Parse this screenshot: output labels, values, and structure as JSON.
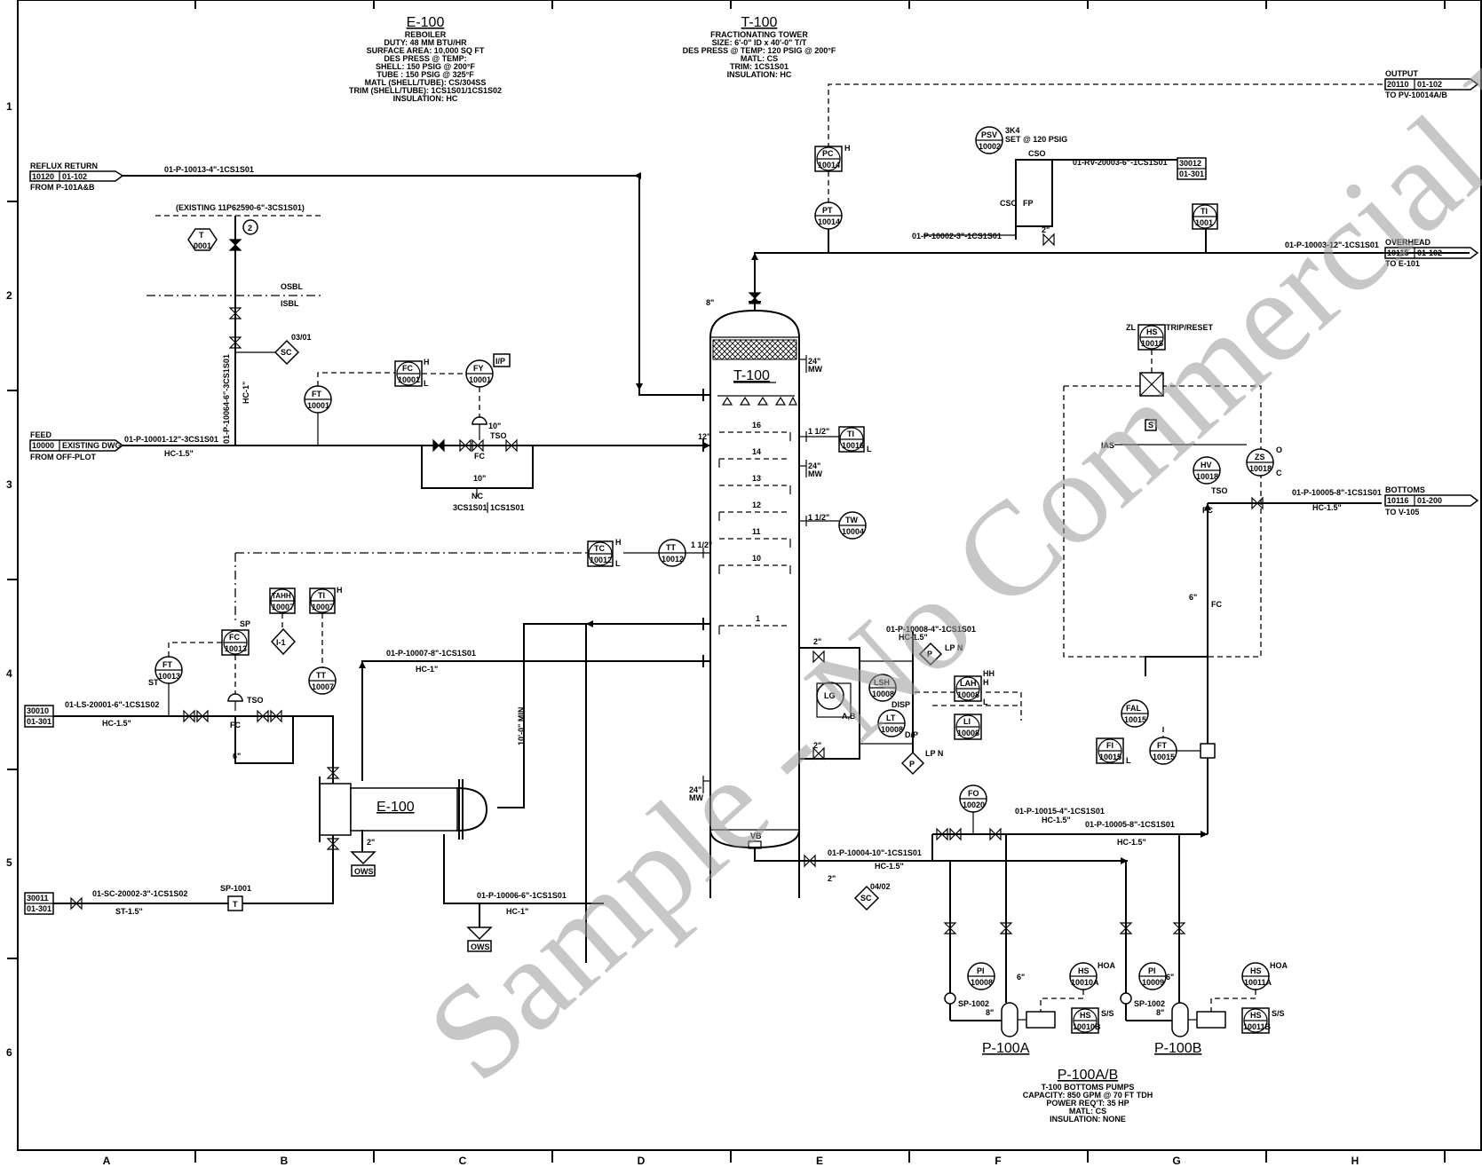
{
  "grid": {
    "columns": [
      "A",
      "B",
      "C",
      "D",
      "E",
      "F",
      "G",
      "H"
    ],
    "rows": [
      "1",
      "2",
      "3",
      "4",
      "5",
      "6"
    ]
  },
  "equipment_specs": {
    "e100": {
      "tag": "E-100",
      "lines": [
        "REBOILER",
        "DUTY: 48 MM BTU/HR",
        "SURFACE AREA: 10,000 SQ FT",
        "DES PRESS @ TEMP:",
        "SHELL: 150 PSIG @ 200°F",
        "TUBE : 150 PSIG @ 325°F",
        "MATL (SHELL/TUBE): CS/304SS",
        "TRIM (SHELL/TUBE): 1CS1S01/1CS1S02",
        "INSULATION: HC"
      ]
    },
    "t100": {
      "tag": "T-100",
      "lines": [
        "FRACTIONATING TOWER",
        "SIZE: 6'-0\" ID x 40'-0\" T/T",
        "DES PRESS @ TEMP: 120 PSIG @ 200°F",
        "MATL: CS",
        "TRIM: 1CS1S01",
        "INSULATION: HC"
      ]
    },
    "p100": {
      "tag": "P-100A/B",
      "lines": [
        "T-100 BOTTOMS PUMPS",
        "CAPACITY: 850 GPM @ 70 FT TDH",
        "POWER REQ'T: 35 HP",
        "MATL: CS",
        "INSULATION: NONE"
      ]
    }
  },
  "offpage": {
    "reflux": {
      "label": "REFLUX RETURN",
      "num": "10120",
      "sheet": "01-102",
      "note": "FROM P-101A&B"
    },
    "feed": {
      "label": "FEED",
      "num": "10000",
      "sheet": "EXISTING DWG",
      "note": "FROM OFF-PLOT"
    },
    "output": {
      "label": "OUTPUT",
      "num": "20110",
      "sheet": "01-102",
      "note": "TO PV-10014A/B"
    },
    "overhead": {
      "label": "OVERHEAD",
      "num": "10115",
      "sheet": "01-102",
      "note": "TO E-101"
    },
    "bottoms": {
      "label": "BOTTOMS",
      "num": "10116",
      "sheet": "01-200",
      "note": "TO V-105"
    },
    "steam": {
      "num": "30010",
      "sheet": "01-301"
    },
    "cond": {
      "num": "30011",
      "sheet": "01-301"
    },
    "rv": {
      "num": "30012",
      "sheet": "01-301"
    }
  },
  "lines": {
    "reflux": "01-P-10013-4\"-1CS1S01",
    "existing": "(EXISTING 11P62590-6\"-3CS1S01)",
    "vert": "01-P-10064-6\"-3CS1S01",
    "feed": "01-P-10001-12\"-3CS1S01",
    "hc15": "HC-1.5\"",
    "hc1": "HC-1\"",
    "st15": "ST-1.5\"",
    "steam": "01-LS-20001-6\"-1CS1S02",
    "cond": "01-SC-20002-3\"-1CS1S02",
    "p10007": "01-P-10007-8\"-1CS1S01",
    "p10006": "01-P-10006-6\"-1CS1S01",
    "p10004": "01-P-10004-10\"-1CS1S01",
    "p10008": "01-P-10008-4\"-1CS1S01",
    "p10015": "01-P-10015-4\"-1CS1S01",
    "p10005a": "01-P-10005-8\"-1CS1S01",
    "p10005b": "01-P-10005-8\"-1CS1S01",
    "p10003": "01-P-10003-12\"-1CS1S01",
    "p10002": "01-P-10002-3\"-1CS1S01",
    "rv": "01-RV-20003-6\"-1CS1S01",
    "spec_l": "3CS1S01",
    "spec_r": "1CS1S01",
    "min10": "10'-0\" MIN"
  },
  "instruments": {
    "t0001": {
      "a": "T",
      "b": "0001"
    },
    "sc0301": "SC",
    "sc0301note": "03/01",
    "ft10001": {
      "a": "FT",
      "b": "10001"
    },
    "fc10001": {
      "a": "FC",
      "b": "10001"
    },
    "fy10001": {
      "a": "FY",
      "b": "10001"
    },
    "ip": "I/P",
    "tc10012": {
      "a": "TC",
      "b": "10012"
    },
    "tt10012": {
      "a": "TT",
      "b": "10012"
    },
    "tahh10007": {
      "a": "TAHH",
      "b": "10007"
    },
    "ti10007": {
      "a": "TI",
      "b": "10007"
    },
    "i1": "I-1",
    "fc10013": {
      "a": "FC",
      "b": "10013"
    },
    "ft10013": {
      "a": "FT",
      "b": "10013"
    },
    "tt10007": {
      "a": "TT",
      "b": "10007"
    },
    "sp1001": "SP-1001",
    "ti10016": {
      "a": "TI",
      "b": "10016"
    },
    "tw10004": {
      "a": "TW",
      "b": "10004"
    },
    "pc10014": {
      "a": "PC",
      "b": "10014"
    },
    "pt10014": {
      "a": "PT",
      "b": "10014"
    },
    "psv10002": {
      "a": "PSV",
      "b": "10002"
    },
    "psvnote1": "3K4",
    "psvnote2": "SET @ 120 PSIG",
    "ti10017": {
      "a": "TI",
      "b": "1001"
    },
    "hs10018": {
      "a": "HS",
      "b": "10018"
    },
    "zs10018": {
      "a": "ZS",
      "b": "10018"
    },
    "hv10018": {
      "a": "HV",
      "b": "10018"
    },
    "lg": "LG",
    "lgab": "A,B",
    "lsh10008": {
      "a": "LSH",
      "b": "10008"
    },
    "lt10008": {
      "a": "LT",
      "b": "10008"
    },
    "lah10008": {
      "a": "LAH",
      "b": "10008"
    },
    "li10008": {
      "a": "LI",
      "b": "10008"
    },
    "fal10015": {
      "a": "FAL",
      "b": "10015"
    },
    "fi10015": {
      "a": "FI",
      "b": "10015"
    },
    "ft10015": {
      "a": "FT",
      "b": "10015"
    },
    "fo10020": {
      "a": "FO",
      "b": "10020"
    },
    "sc0402": "SC",
    "sc0402note": "04/02",
    "pi10009a": {
      "a": "PI",
      "b": "10008"
    },
    "pi10009b": {
      "a": "PI",
      "b": "10009"
    },
    "hs10010a": {
      "a": "HS",
      "b": "10010A"
    },
    "hs10010b": {
      "a": "HS",
      "b": "10010B"
    },
    "hs10011a": {
      "a": "HS",
      "b": "10011A"
    },
    "hs10011b": {
      "a": "HS",
      "b": "10011B"
    },
    "sp1002": "SP-1002"
  },
  "labels": {
    "e100": "E-100",
    "t100": "T-100",
    "p100a": "P-100A",
    "p100b": "P-100B",
    "ows": "OWS",
    "vb": "VB",
    "osbl": "OSBL",
    "isbl": "ISBL",
    "ias": "IAS",
    "trip": "TRIP/RESET",
    "zl": "ZL",
    "hoa": "HOA",
    "ss": "S/S",
    "tso": "TSO",
    "fc": "FC",
    "nc": "NC",
    "cso": "CSO",
    "fp": "FP",
    "lpn": "LP N",
    "hh": "HH",
    "h": "H",
    "l": "L",
    "o": "O",
    "c": "C",
    "st": "ST",
    "sp": "SP",
    "disp": "DISP",
    "dp": "D/P",
    "mw": "MW",
    "tray16": "16",
    "tray14": "14",
    "tray13": "13",
    "tray12": "12",
    "tray11": "11",
    "tray10": "10",
    "tray1": "1",
    "s12": "12\"",
    "s8": "8\"",
    "s6": "6\"",
    "s2": "2\"",
    "s24": "24\"",
    "s10": "10\"",
    "s112": "1 1/2\"",
    "two": "2"
  },
  "watermark": "Sample - No Commercial Use"
}
